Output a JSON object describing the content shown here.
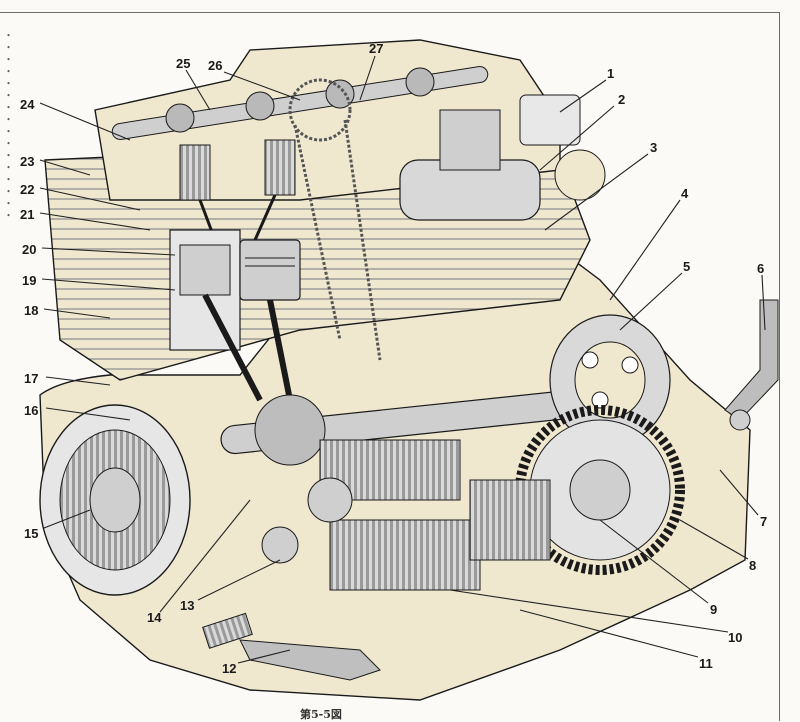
{
  "figure": {
    "labels": [
      "1",
      "2",
      "3",
      "4",
      "5",
      "6",
      "7",
      "8",
      "9",
      "10",
      "11",
      "12",
      "13",
      "14",
      "15",
      "16",
      "17",
      "18",
      "19",
      "20",
      "21",
      "22",
      "23",
      "24",
      "25",
      "26",
      "27"
    ]
  },
  "margin_text": {
    "left": "・・・・・・・・・・・・・・・・",
    "bottom": "第5-5図"
  },
  "colors": {
    "paper": "#fbfaf7",
    "casting": "#efe8cf",
    "metal": "#cfcfcf",
    "shadow": "#8a8a8a",
    "ink": "#1a1a1a"
  }
}
